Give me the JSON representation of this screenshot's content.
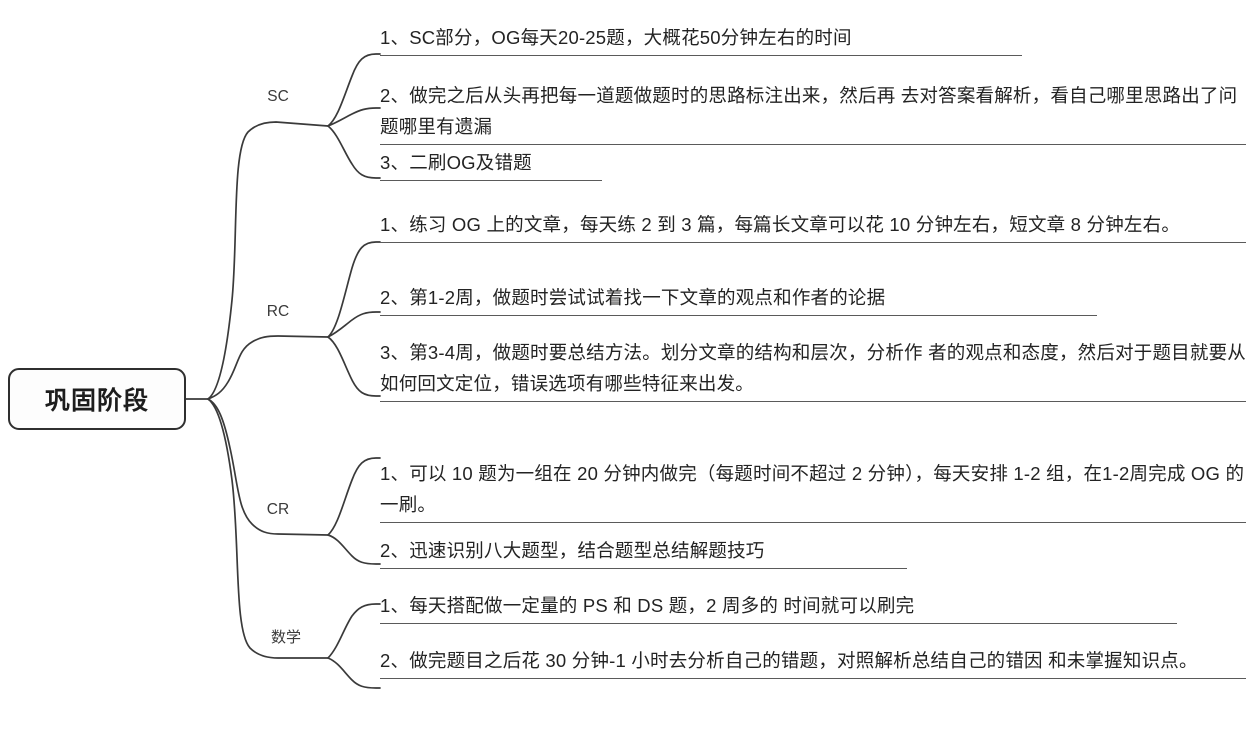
{
  "diagram": {
    "type": "mind-map",
    "title": "巩固阶段",
    "direction": "left-to-right",
    "colors": {
      "connector": "#3a3a3a",
      "text": "#232323",
      "root_border": "#2f2f2f",
      "rule": "#5a5a5a",
      "background": "#ffffff"
    }
  },
  "root": {
    "label": "巩固阶段"
  },
  "branches": [
    {
      "id": "sc",
      "label": "SC",
      "items": [
        {
          "id": "sc-1",
          "index": "1、",
          "text": "1、SC部分，OG每天20-25题，大概花50分钟左右的时间",
          "lines": 1
        },
        {
          "id": "sc-2",
          "index": "2、",
          "text": "2、做完之后从头再把每一道题做题时的思路标注出来，然后再 去对答案看解析，看自己哪里思路出了问题哪里有遗漏",
          "lines": 2
        },
        {
          "id": "sc-3",
          "index": "3、",
          "text": "3、二刷OG及错题",
          "lines": 1
        }
      ]
    },
    {
      "id": "rc",
      "label": "RC",
      "items": [
        {
          "id": "rc-1",
          "index": "1、",
          "text": "1、练习 OG 上的文章，每天练 2 到 3 篇，每篇长文章可以花 10 分钟左右，短文章 8 分钟左右。",
          "lines": 2
        },
        {
          "id": "rc-2",
          "index": "2、",
          "text": "2、第1-2周，做题时尝试试着找一下文章的观点和作者的论据",
          "lines": 1
        },
        {
          "id": "rc-3",
          "index": "3、",
          "text": "3、第3-4周，做题时要总结方法。划分文章的结构和层次，分析作 者的观点和态度，然后对于题目就要从如何回文定位，错误选项有哪些特征来出发。",
          "lines": 3
        }
      ]
    },
    {
      "id": "cr",
      "label": "CR",
      "items": [
        {
          "id": "cr-1",
          "index": "1、",
          "text": "1、可以 10 题为一组在 20 分钟内做完（每题时间不超过 2 分钟），每天安排 1-2 组，在1-2周完成 OG 的一刷。",
          "lines": 2
        },
        {
          "id": "cr-2",
          "index": "2、",
          "text": "2、迅速识别八大题型，结合题型总结解题技巧",
          "lines": 1
        }
      ]
    },
    {
      "id": "math",
      "label": "数学",
      "items": [
        {
          "id": "math-1",
          "index": "1、",
          "text": "1、每天搭配做一定量的 PS 和 DS 题，2 周多的 时间就可以刷完",
          "lines": 1
        },
        {
          "id": "math-2",
          "index": "2、",
          "text": "2、做完题目之后花 30 分钟-1 小时去分析自己的错题，对照解析总结自己的错因 和未掌握知识点。",
          "lines": 2
        }
      ]
    }
  ]
}
